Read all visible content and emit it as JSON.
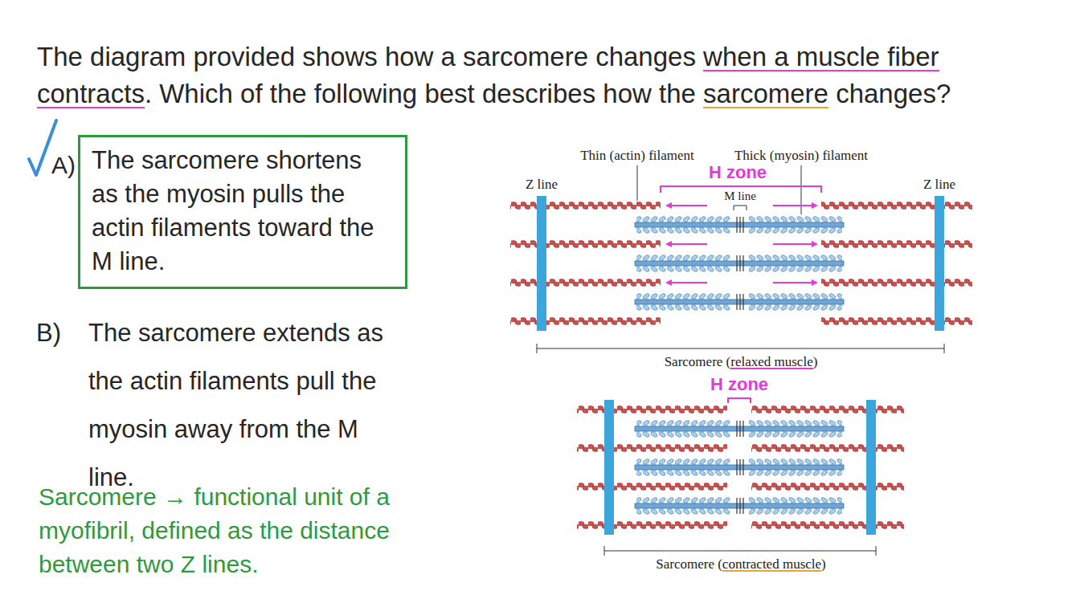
{
  "diagram": {
    "title": "The diagram provided shows how a sarcomere changes when a muscle fiber contracts. Which of the following best describes how the sarcomere changes?",
    "nodes": [
      {
        "text": [
          "A)",
          "The sarcomere shortens as the myosin pulls the actin filaments toward the M line."
        ]
      }
    ],
    "labels": [
      "B)",
      "The sarcomere extends as the actin filaments pull the myosin away from the M line.",
      "Sarcomere → functional unit of a myofibril, defined as the distance between two Z lines.",
      "Thin (actin) filament",
      "Thick (myosin) filament",
      "Z line",
      "Z line",
      "H zone",
      "M line",
      "Sarcomere (relaxed muscle)",
      "H zone",
      "Sarcomere (contracted muscle)"
    ]
  }
}
